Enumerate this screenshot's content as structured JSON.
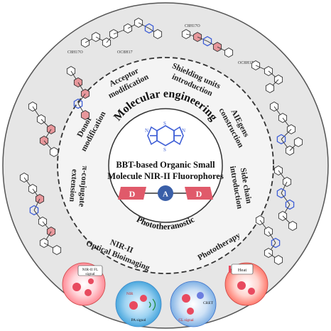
{
  "center": {
    "title": "Molecular engineering",
    "subtitle_line1": "BBT-based Organic Small",
    "subtitle_line2": "Molecule NIR-II Fluorophores",
    "bottom_arc": "Phototheranostic",
    "da_labels": [
      "D",
      "A",
      "D"
    ]
  },
  "strategies": [
    {
      "id": "donor",
      "lines": [
        "Donor",
        "modification"
      ]
    },
    {
      "id": "acceptor",
      "lines": [
        "Acceptor",
        "modification"
      ]
    },
    {
      "id": "shielding",
      "lines": [
        "Shielding units",
        "introduction"
      ]
    },
    {
      "id": "aiegens",
      "lines": [
        "AIEgens",
        "construction"
      ]
    },
    {
      "id": "sidechain",
      "lines": [
        "Side chain",
        "introduction"
      ]
    },
    {
      "id": "piconj",
      "lines": [
        "π-conjugate",
        "extension"
      ]
    }
  ],
  "applications": {
    "nir2_imaging": [
      "NIR-II",
      "Optical Bioimaging"
    ],
    "phototherapy": "Phototherapy"
  },
  "bubbles": [
    {
      "id": "fl",
      "label_line1": "NIR-II FL",
      "label_line2": "signal"
    },
    {
      "id": "pa",
      "label_top": "NIR",
      "label_bottom": "PA signal"
    },
    {
      "id": "cl",
      "label_top": "CRET",
      "label_bottom": "CL signal"
    },
    {
      "id": "heat",
      "label": "Heat"
    }
  ],
  "structure_labels": [
    "C8H17O",
    "OC8H17",
    "C8H17O",
    "OC8H17"
  ],
  "colors": {
    "outer_ring": "#e6e6e6",
    "inner_disk": "#f4f4f4",
    "structure_line": "#333333",
    "acceptor_blue": "#3f5fd6",
    "donor_pink": "#e7979b",
    "block_red": "#e05a6a",
    "block_blue": "#3a5fa8"
  }
}
